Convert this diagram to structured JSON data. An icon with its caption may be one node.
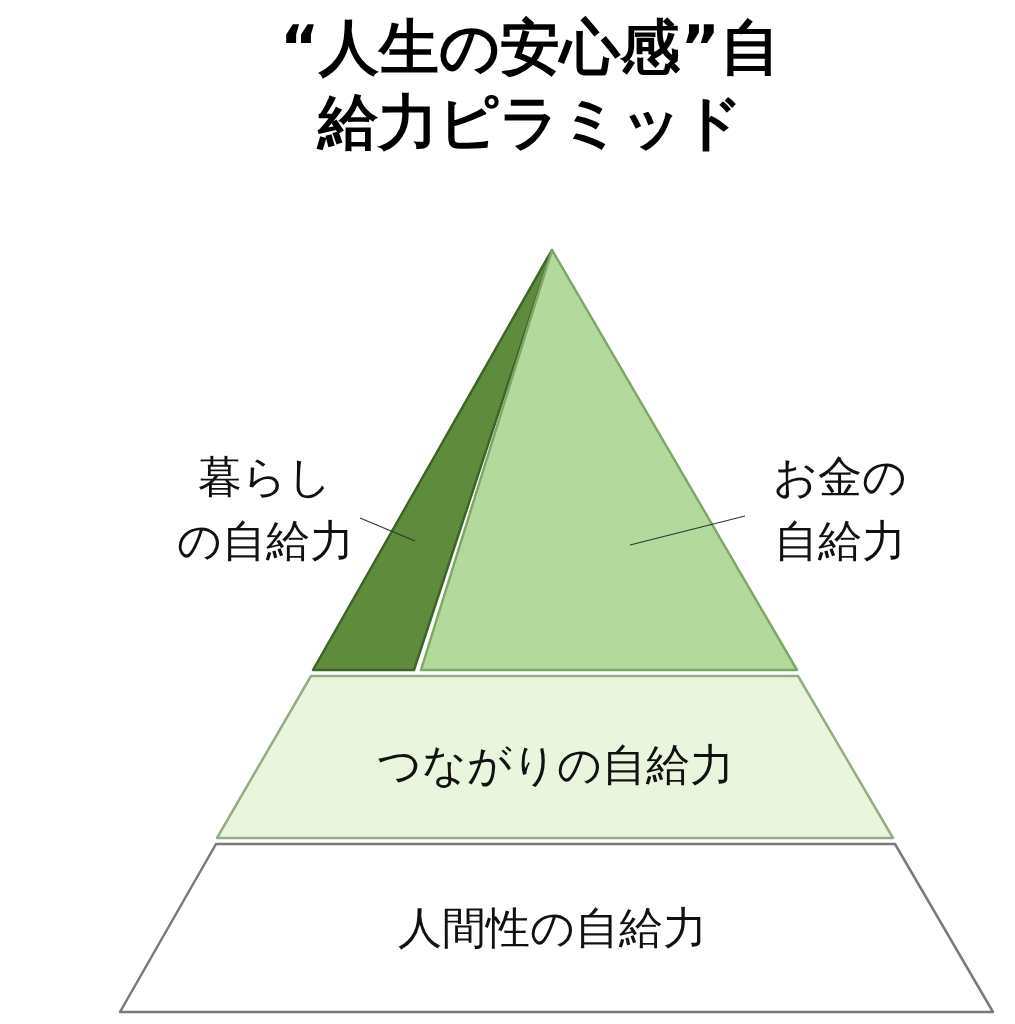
{
  "diagram": {
    "title": "“人生の安心感”自給力ピラミッド",
    "nodes": [
      {
        "text": [
          "暮らしの自給力"
        ]
      },
      {
        "text": [],
        "shape": "triangle"
      },
      {
        "text": [],
        "shape": "triangle"
      },
      {
        "text": [
          "お金の自給力"
        ]
      },
      {
        "text": [
          "つながりの自給力"
        ]
      },
      {
        "text": [
          "人間性の自給力"
        ]
      }
    ],
    "edges": [
      {
        "from": 0,
        "to": 1,
        "arrow": "none"
      },
      {
        "from": 3,
        "to": 2,
        "arrow": "none"
      }
    ]
  }
}
